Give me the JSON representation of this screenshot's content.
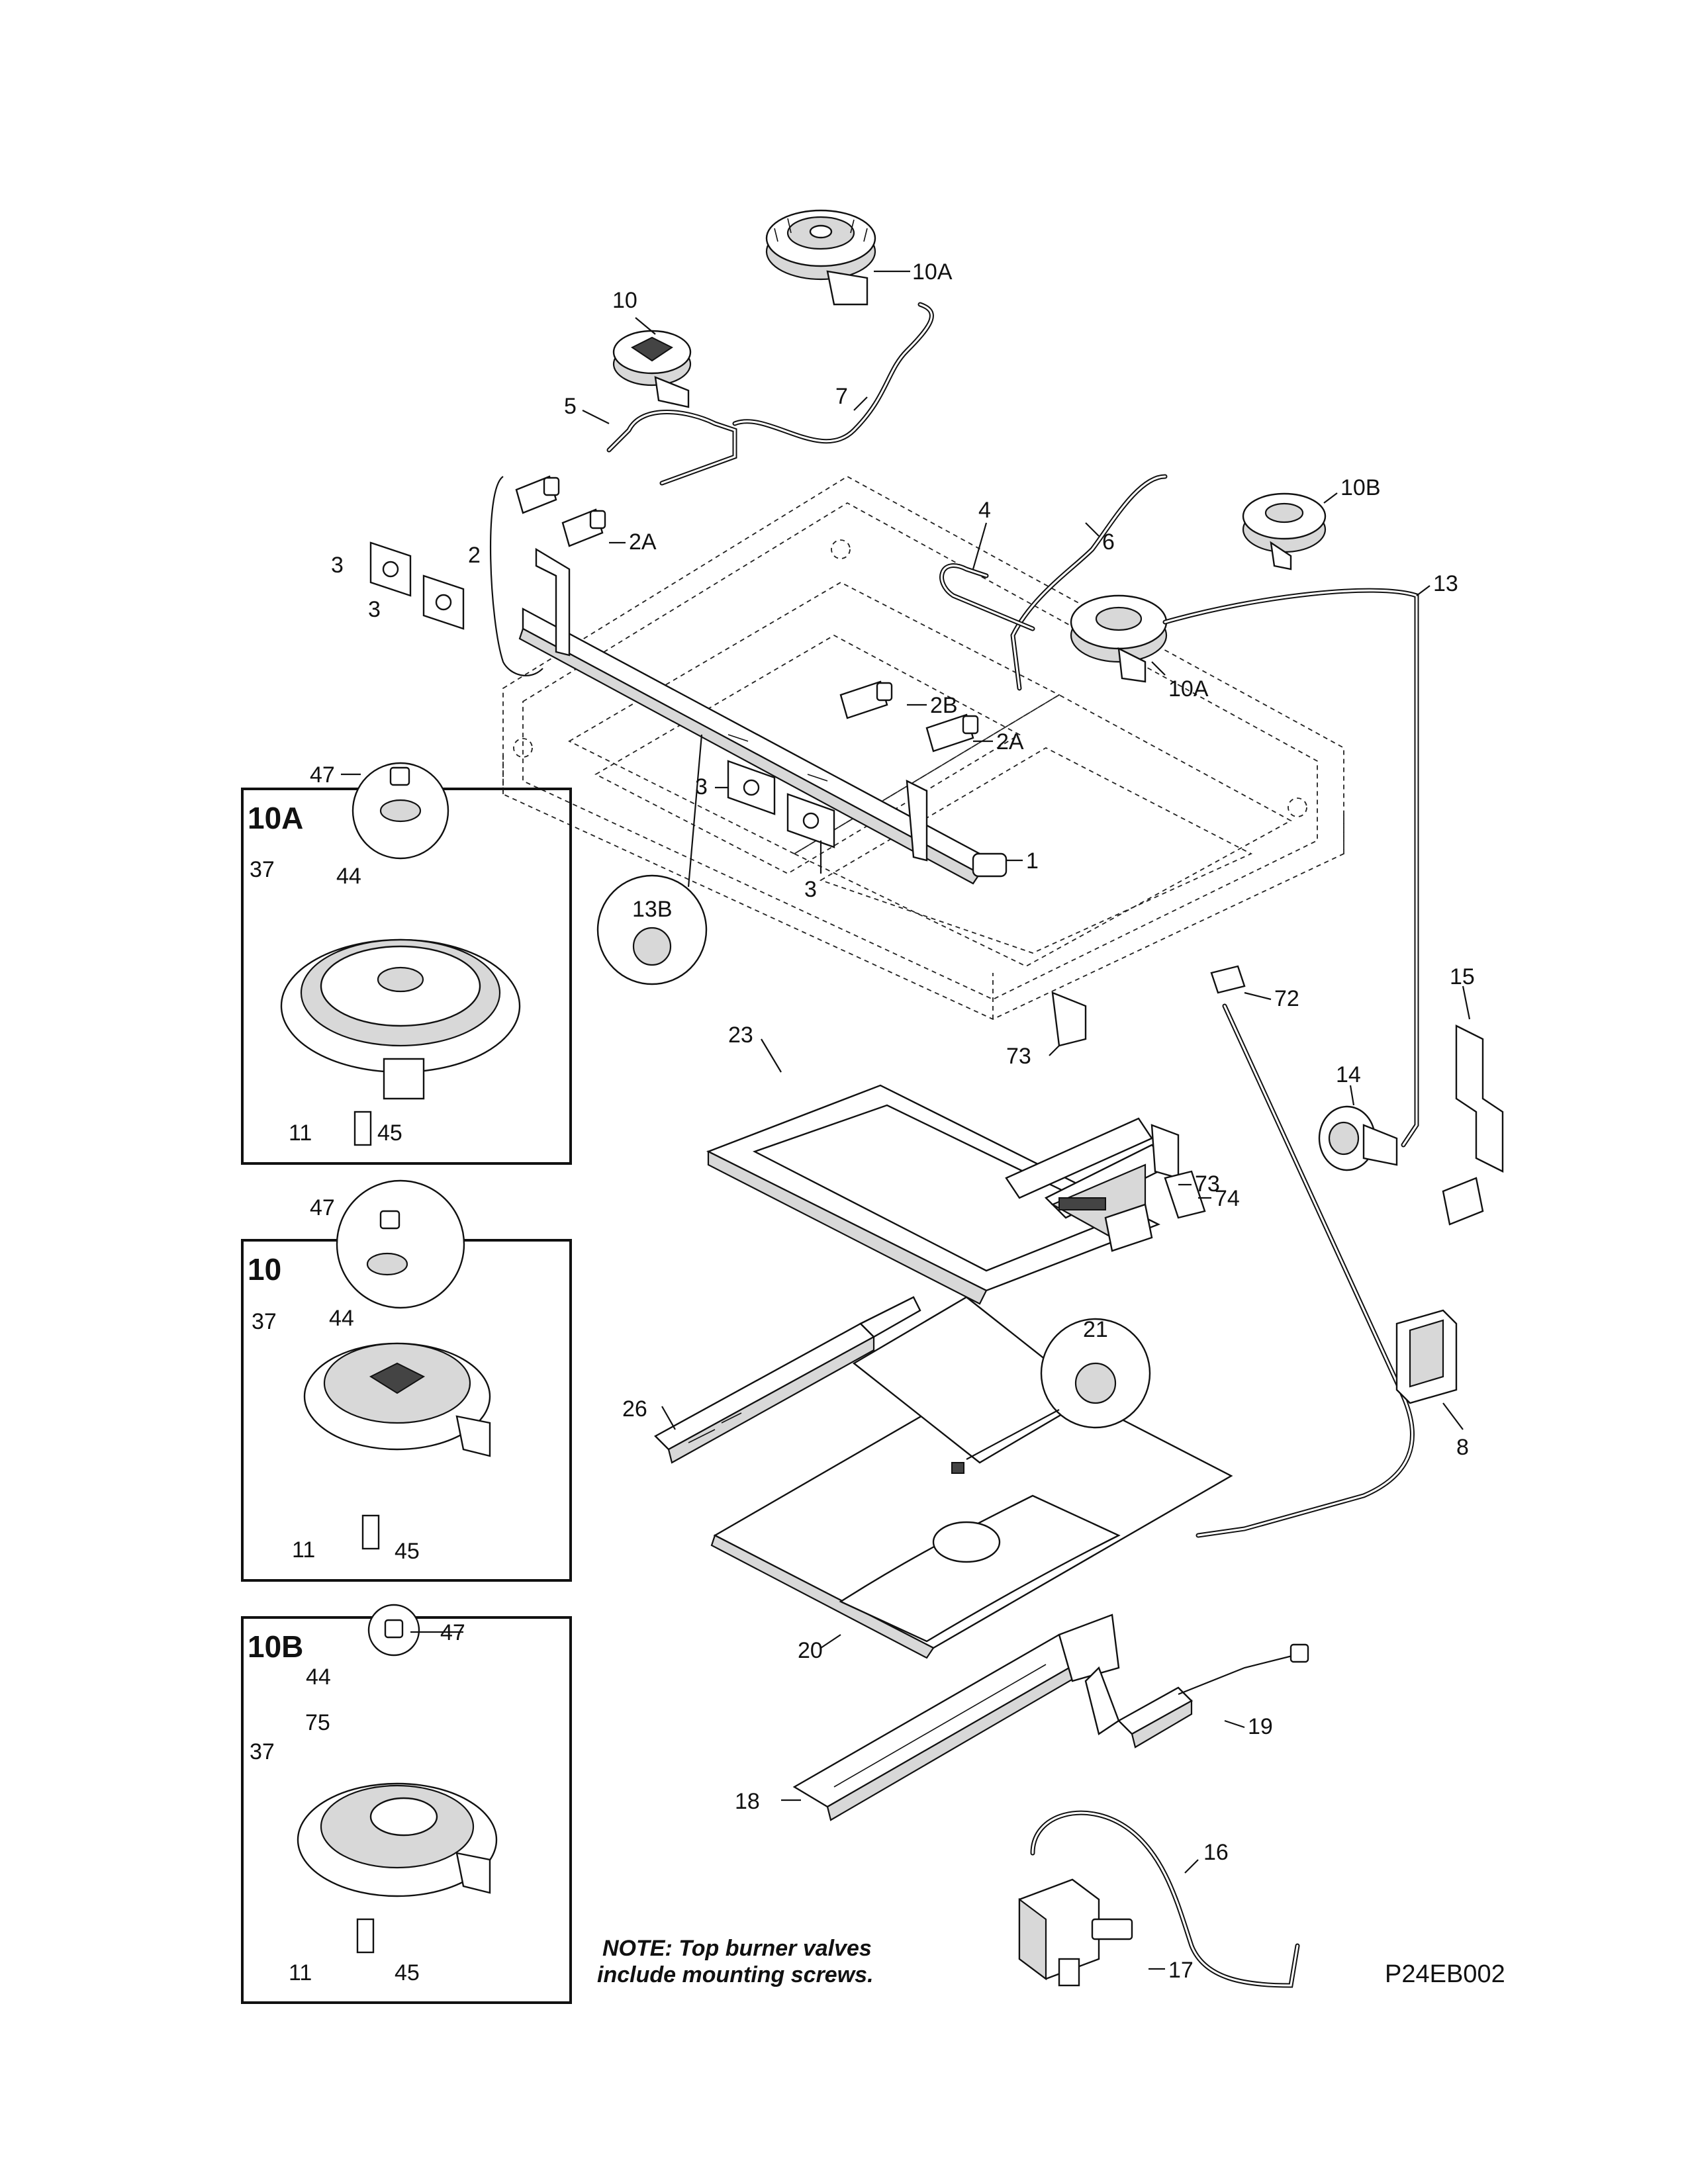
{
  "diagram": {
    "drawing_code": "P24EB002",
    "note_line1": "NOTE: Top burner valves",
    "note_line2": "include mounting screws.",
    "frames": [
      {
        "id": "10A",
        "title": "10A"
      },
      {
        "id": "10",
        "title": "10"
      },
      {
        "id": "10B",
        "title": "10B"
      }
    ],
    "callouts": {
      "c10A_top": "10A",
      "c10_top": "10",
      "c7": "7",
      "c5": "5",
      "c2": "2",
      "c2A_left": "2A",
      "c3_a": "3",
      "c3_b": "3",
      "c4": "4",
      "c6": "6",
      "c10B_top": "10B",
      "c13": "13",
      "c10A_mid": "10A",
      "c2B": "2B",
      "c2A_right": "2A",
      "c3_c": "3",
      "c3_d": "3",
      "c1": "1",
      "c13B": "13B",
      "c47_a": "47",
      "c37_a": "37",
      "c44_a": "44",
      "c11_a": "11",
      "c45_a": "45",
      "c15": "15",
      "c72": "72",
      "c73_a": "73",
      "c73_b": "73",
      "c23": "23",
      "c14": "14",
      "c74": "74",
      "c47_b": "47",
      "c37_b": "37",
      "c44_b": "44",
      "c11_b": "11",
      "c45_b": "45",
      "c21": "21",
      "c26": "26",
      "c8": "8",
      "c47_c": "47",
      "c44_c": "44",
      "c75": "75",
      "c37_c": "37",
      "c11_c": "11",
      "c45_c": "45",
      "c20": "20",
      "c19": "19",
      "c18": "18",
      "c16": "16",
      "c17": "17"
    }
  }
}
